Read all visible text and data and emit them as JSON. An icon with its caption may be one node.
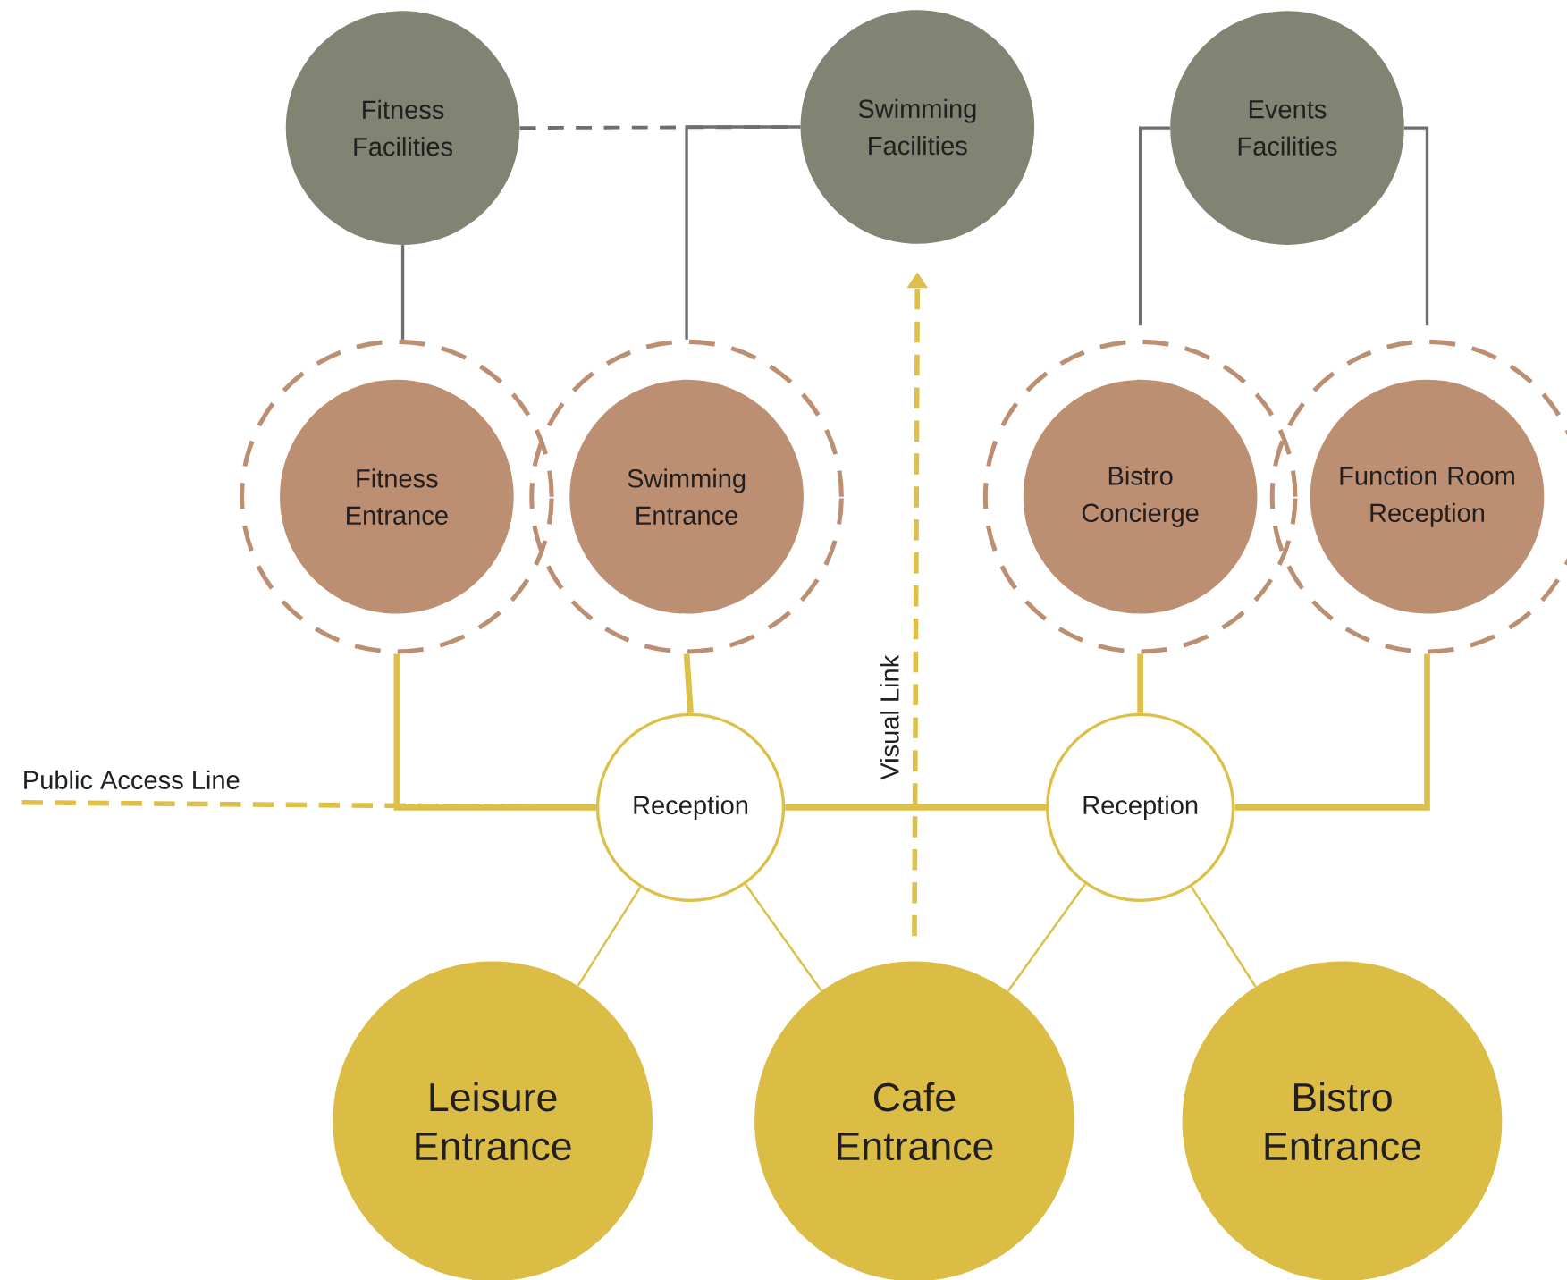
{
  "diagram": {
    "nodes": [
      {
        "text": [
          "Fitness Facilities"
        ]
      },
      {
        "text": [
          "Swimming Facilities"
        ]
      },
      {
        "text": [
          "Events Facilities"
        ]
      },
      {
        "text": [
          "Fitness Entrance"
        ]
      },
      {
        "text": [
          "Swimming Entrance"
        ]
      },
      {
        "text": [
          "Bistro Concierge"
        ]
      },
      {
        "text": [
          "Function Room Reception"
        ]
      },
      {
        "text": [
          "Reception"
        ]
      },
      {
        "text": [
          "Reception"
        ]
      },
      {
        "text": [
          "Leisure Entrance"
        ]
      },
      {
        "text": [
          "Cafe Entrance"
        ]
      },
      {
        "text": [
          "Bistro Entrance"
        ]
      },
      {
        "text": [
          "Public Access Line"
        ]
      }
    ],
    "edges": [
      {
        "from": 0,
        "to": 3,
        "arrow": "none",
        "color": "#6d6e70"
      },
      {
        "from": 0,
        "to": 1,
        "arrow": "none",
        "style": "dashed",
        "color": "#6d6e70"
      },
      {
        "from": 4,
        "to": 1,
        "arrow": "none",
        "color": "#6d6e70"
      },
      {
        "from": 2,
        "to": 5,
        "arrow": "none",
        "color": "#6d6e70"
      },
      {
        "from": 2,
        "to": 6,
        "arrow": "none",
        "color": "#6d6e70"
      },
      {
        "from": 12,
        "to": 7,
        "arrow": "none",
        "style": "dashed"
      },
      {
        "from": 3,
        "to": 7,
        "arrow": "none",
        "style": "thick"
      },
      {
        "from": 4,
        "to": 7,
        "arrow": "none",
        "style": "thick"
      },
      {
        "from": 7,
        "to": 8,
        "arrow": "none",
        "style": "thick"
      },
      {
        "from": 5,
        "to": 8,
        "arrow": "none",
        "style": "thick"
      },
      {
        "from": 6,
        "to": 8,
        "arrow": "none",
        "style": "thick"
      },
      {
        "from": 7,
        "to": 9,
        "arrow": "none"
      },
      {
        "from": 7,
        "to": 10,
        "arrow": "none"
      },
      {
        "from": 8,
        "to": 10,
        "arrow": "none"
      },
      {
        "from": 8,
        "to": 11,
        "arrow": "none"
      },
      {
        "from": 10,
        "to": 1,
        "arrow": "to",
        "style": "dashed",
        "label": "Visual Link"
      }
    ]
  }
}
